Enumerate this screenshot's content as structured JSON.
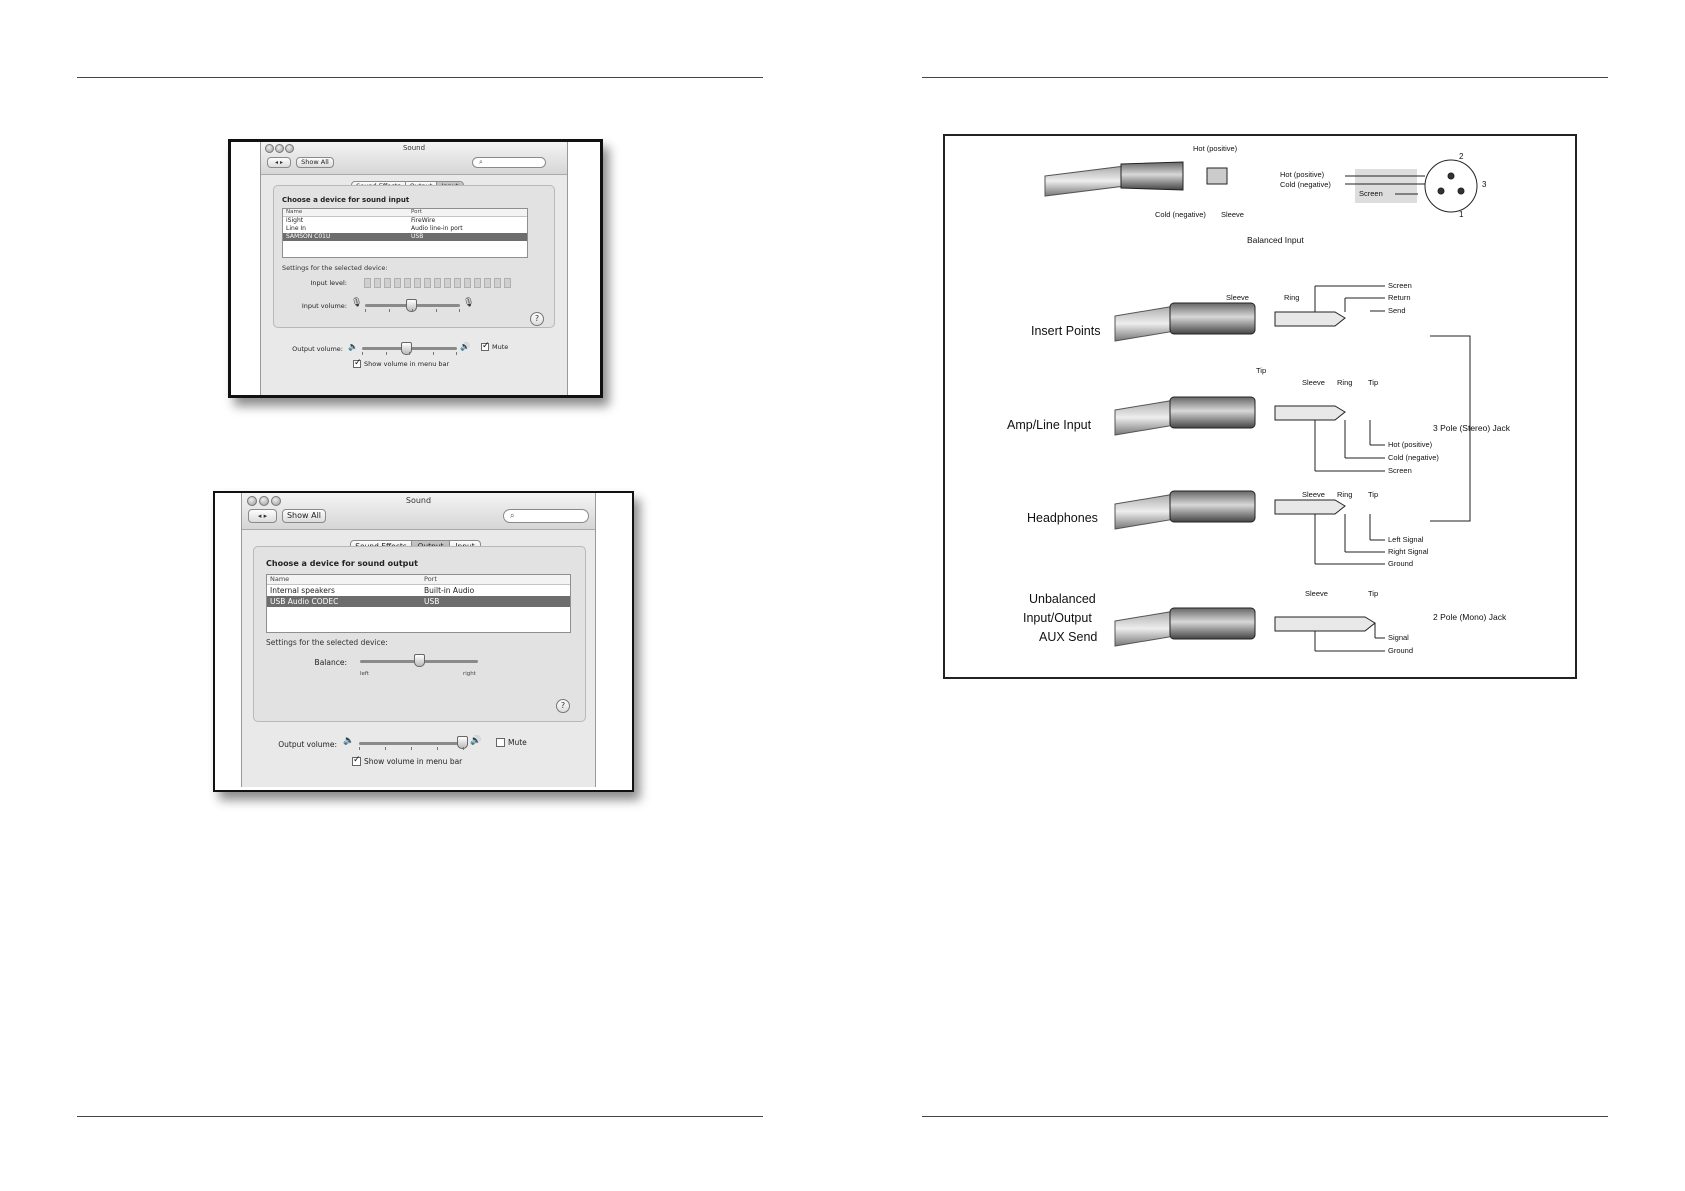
{
  "input_window": {
    "title": "Sound",
    "back_symbol": "◂ ▸",
    "show_all": "Show All",
    "search_icon": "⌕",
    "tabs": [
      "Sound Effects",
      "Output",
      "Input"
    ],
    "selected_tab": "Input",
    "heading": "Choose a device for sound input",
    "columns": [
      "Name",
      "Port"
    ],
    "rows": [
      {
        "name": "iSight",
        "port": "FireWire"
      },
      {
        "name": "Line In",
        "port": "Audio line-in port"
      },
      {
        "name": "SAMSON C01U",
        "port": "USB",
        "selected": true
      }
    ],
    "settings_label": "Settings for the selected device:",
    "input_level_label": "Input level:",
    "input_volume_label": "Input volume:",
    "input_volume_level": 0.48,
    "help": "?",
    "output_volume_label": "Output volume:",
    "output_volume_level": 0.46,
    "mute_label": "Mute",
    "mute_checked": true,
    "show_volume_label": "Show volume in menu bar",
    "show_volume_checked": true
  },
  "output_window": {
    "title": "Sound",
    "back_symbol": "◂ ▸",
    "show_all": "Show All",
    "search_icon": "⌕",
    "tabs": [
      "Sound Effects",
      "Output",
      "Input"
    ],
    "selected_tab": "Output",
    "heading": "Choose a device for sound output",
    "columns": [
      "Name",
      "Port"
    ],
    "rows": [
      {
        "name": "Internal speakers",
        "port": "Built-in Audio"
      },
      {
        "name": "USB Audio CODEC",
        "port": "USB",
        "selected": true
      }
    ],
    "settings_label": "Settings for the selected device:",
    "balance_label": "Balance:",
    "balance_left": "left",
    "balance_right": "right",
    "balance_level": 0.5,
    "help": "?",
    "output_volume_label": "Output volume:",
    "output_volume_level": 0.98,
    "mute_label": "Mute",
    "mute_checked": false,
    "show_volume_label": "Show volume in menu bar",
    "show_volume_checked": true
  },
  "wiring": {
    "xlr": {
      "hot": "Hot (positive)",
      "hot_right": "Hot (positive)",
      "cold_right": "Cold (negative)",
      "cold": "Cold (negative)",
      "sleeve": "Sleeve",
      "screen": "Screen",
      "pin1": "1",
      "pin2": "2",
      "pin3": "3",
      "caption": "Balanced Input"
    },
    "insert": {
      "label": "Insert Points",
      "sleeve": "Sleeve",
      "ring": "Ring",
      "tip": "Tip",
      "screen": "Screen",
      "return": "Return",
      "send": "Send"
    },
    "amp": {
      "label": "Amp/Line Input",
      "sleeve": "Sleeve",
      "ring": "Ring",
      "tip": "Tip",
      "hot": "Hot (positive)",
      "cold": "Cold (negative)",
      "screen": "Screen"
    },
    "headphones": {
      "label": "Headphones",
      "sleeve": "Sleeve",
      "ring": "Ring",
      "tip": "Tip",
      "left": "Left Signal",
      "right": "Right Signal",
      "ground": "Ground"
    },
    "stereo_caption": "3 Pole (Stereo) Jack",
    "unbalanced": {
      "label_line1": "Unbalanced",
      "label_line2": "Input/Output",
      "label_line3": "AUX Send",
      "sleeve": "Sleeve",
      "tip": "Tip",
      "signal": "Signal",
      "ground": "Ground"
    },
    "mono_caption": "2 Pole (Mono) Jack"
  }
}
